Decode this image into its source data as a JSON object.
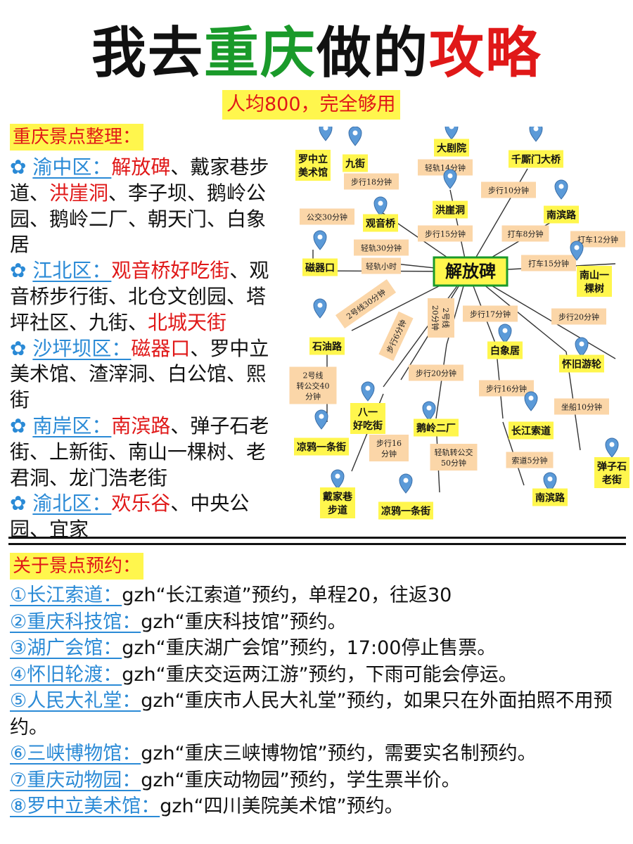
{
  "title": {
    "part1": "我去",
    "part2": "重庆",
    "part3": "做的",
    "part4": "攻略"
  },
  "subtitle": "人均800，完全够用",
  "spots_heading": "重庆景点整理：",
  "districts": [
    {
      "icon": "flower-icon",
      "name": "渝中区：",
      "items": [
        {
          "text": "解放碑",
          "hl": true
        },
        {
          "text": "、戴家巷步道、",
          "hl": false
        },
        {
          "text": "洪崖洞",
          "hl": true
        },
        {
          "text": "、李子坝、鹅岭公园、鹅岭二厂、朝天门、白象居",
          "hl": false
        }
      ]
    },
    {
      "icon": "flower-icon",
      "name": "江北区：",
      "items": [
        {
          "text": "观音桥好吃街",
          "hl": true
        },
        {
          "text": "、观音桥步行街、北仓文创园、塔坪社区、九街、",
          "hl": false
        },
        {
          "text": "北城天街",
          "hl": true
        }
      ]
    },
    {
      "icon": "flower-icon",
      "name": "沙坪坝区：",
      "items": [
        {
          "text": "磁器口",
          "hl": true
        },
        {
          "text": "、罗中立美术馆、渣滓洞、白公馆、熙街",
          "hl": false
        }
      ]
    },
    {
      "icon": "flower-icon",
      "name": "南岸区：",
      "items": [
        {
          "text": "南滨路",
          "hl": true
        },
        {
          "text": "、弹子石老街、上新街、南山一棵树、老君洞、龙门浩老街",
          "hl": false
        }
      ]
    },
    {
      "icon": "flower-icon",
      "name": "渝北区：",
      "items": [
        {
          "text": "欢乐谷",
          "hl": true
        },
        {
          "text": "、中央公园、宜家",
          "hl": false
        }
      ]
    }
  ],
  "map": {
    "center": "解放碑",
    "places": [
      {
        "lines": [
          "罗中立",
          "美术馆"
        ]
      },
      {
        "lines": [
          "九街"
        ]
      },
      {
        "lines": [
          "大剧院"
        ]
      },
      {
        "lines": [
          "千厮门大桥"
        ]
      },
      {
        "lines": [
          "观音桥"
        ]
      },
      {
        "lines": [
          "洪崖洞"
        ]
      },
      {
        "lines": [
          "南滨路"
        ]
      },
      {
        "lines": [
          "磁器口"
        ]
      },
      {
        "lines": [
          "南山一",
          "棵树"
        ]
      },
      {
        "lines": [
          "石油路"
        ]
      },
      {
        "lines": [
          "白象居"
        ]
      },
      {
        "lines": [
          "怀旧游轮"
        ]
      },
      {
        "lines": [
          "八一",
          "好吃街"
        ]
      },
      {
        "lines": [
          "鹅岭二厂"
        ]
      },
      {
        "lines": [
          "长江索道"
        ]
      },
      {
        "lines": [
          "凉鸦一条街"
        ]
      },
      {
        "lines": [
          "弹子石",
          "老街"
        ]
      },
      {
        "lines": [
          "戴家巷",
          "步道"
        ]
      },
      {
        "lines": [
          "南滨路"
        ]
      },
      {
        "lines": [
          "凉鸦一条街"
        ]
      }
    ],
    "routes": [
      {
        "lines": [
          "公交30分钟"
        ]
      },
      {
        "lines": [
          "步行18分钟"
        ]
      },
      {
        "lines": [
          "轻轨14分钟"
        ]
      },
      {
        "lines": [
          "步行10分钟"
        ]
      },
      {
        "lines": [
          "轻轨30分钟"
        ]
      },
      {
        "lines": [
          "步行15分钟"
        ]
      },
      {
        "lines": [
          "打车8分钟"
        ]
      },
      {
        "lines": [
          "打车12分钟"
        ]
      },
      {
        "lines": [
          "轻轨小时"
        ]
      },
      {
        "lines": [
          "打车15分钟"
        ]
      },
      {
        "lines": [
          "2号线30分钟"
        ]
      },
      {
        "lines": [
          "步行6分钟"
        ]
      },
      {
        "lines": [
          "2号线",
          "20分钟"
        ]
      },
      {
        "lines": [
          "步行17分钟"
        ]
      },
      {
        "lines": [
          "步行20分钟"
        ]
      },
      {
        "lines": [
          "2号线",
          "转公交40",
          "分钟"
        ]
      },
      {
        "lines": [
          "步行20分钟"
        ]
      },
      {
        "lines": [
          "步行16分钟"
        ]
      },
      {
        "lines": [
          "坐船10分钟"
        ]
      },
      {
        "lines": [
          "步行16",
          "分钟"
        ]
      },
      {
        "lines": [
          "轻轨转公交",
          "50分钟"
        ]
      },
      {
        "lines": [
          "索道5分钟"
        ]
      }
    ]
  },
  "booking_heading": "关于景点预约：",
  "bookings": [
    {
      "name": "①长江索道：",
      "text": "gzh“长江索道”预约，单程20，往返30"
    },
    {
      "name": "②重庆科技馆：",
      "text": "gzh“重庆科技馆”预约。"
    },
    {
      "name": "③湖广会馆：",
      "text": "gzh“重庆湖广会馆”预约，17:00停止售票。"
    },
    {
      "name": "④怀旧轮渡：",
      "text": "gzh“重庆交运两江游”预约，下雨可能会停运。"
    },
    {
      "name": "⑤人民大礼堂：",
      "text": "gzh“重庆市人民大礼堂”预约，如果只在外面拍照不用预约。"
    },
    {
      "name": "⑥三峡博物馆：",
      "text": "gzh“重庆三峡博物馆”预约，需要实名制预约。"
    },
    {
      "name": "⑦重庆动物园：",
      "text": "gzh“重庆动物园”预约，学生票半价。"
    },
    {
      "name": "⑧罗中立美术馆：",
      "text": "gzh“四川美院美术馆”预约。"
    }
  ],
  "colors": {
    "green": "#1a9a2a",
    "red": "#e01818",
    "blue": "#2a8ad6",
    "yellow": "#fff64d",
    "peach": "#fbd6a8",
    "center_border": "#1a9a2a"
  }
}
